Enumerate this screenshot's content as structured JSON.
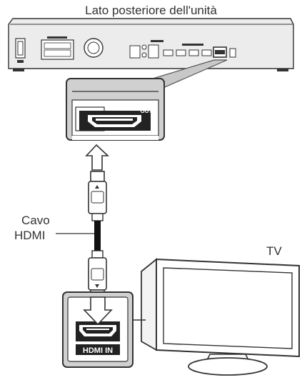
{
  "title": "Lato posteriore dell'unità",
  "cable_label_line1": "Cavo",
  "cable_label_line2": "HDMI",
  "tv_label": "TV",
  "port_out_label": "OUT",
  "port_in_label": "HDMI IN"
}
